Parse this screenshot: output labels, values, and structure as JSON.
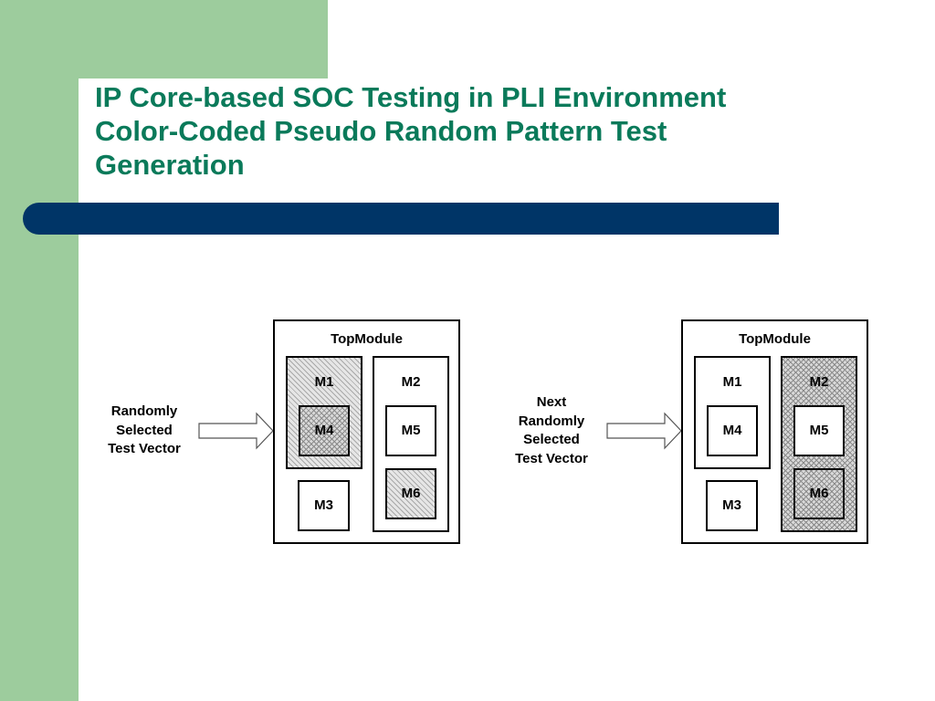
{
  "slide": {
    "title_lines": [
      "IP Core-based SOC Testing in PLI Environment",
      "Color-Coded Pseudo Random Pattern Test",
      "Generation"
    ],
    "colors": {
      "title": "#0a7a5a",
      "title_bar": "#003567",
      "green_band": "#9dcc9d"
    }
  },
  "diagram": {
    "left": {
      "input_label": [
        "Randomly",
        "Selected",
        "Test Vector"
      ],
      "top_module": "TopModule",
      "m1": "M1",
      "m2": "M2",
      "m3": "M3",
      "m4": "M4",
      "m5": "M5",
      "m6": "M6",
      "highlighted": [
        "M1",
        "M4",
        "M6"
      ]
    },
    "right": {
      "input_label": [
        "Next",
        "Randomly",
        "Selected",
        "Test Vector"
      ],
      "top_module": "TopModule",
      "m1": "M1",
      "m2": "M2",
      "m3": "M3",
      "m4": "M4",
      "m5": "M5",
      "m6": "M6",
      "highlighted": [
        "M2",
        "M6"
      ]
    }
  }
}
